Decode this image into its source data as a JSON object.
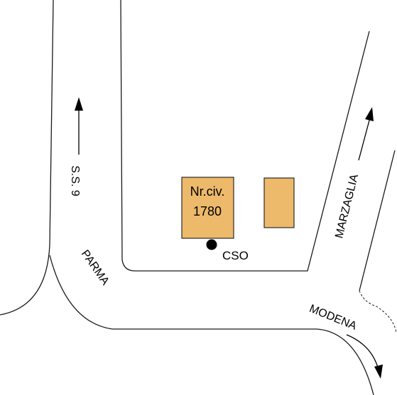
{
  "map": {
    "colors": {
      "background": "#ffffff",
      "road_edge": "#1a1a1a",
      "building_fill": "#EDB96A",
      "marker": "#000000"
    },
    "roads": {
      "ss9": "S.S. 9",
      "parma": "PARMA",
      "modena": "MODENA",
      "marzaglia": "MARZAGLIA"
    },
    "buildings": {
      "main_line1": "Nr.civ.",
      "main_line2": "1780"
    },
    "poi": {
      "label": "CSO",
      "marker_icon": "filled-circle-marker"
    },
    "arrows": [
      "arrow-up-icon",
      "arrow-up-right-icon",
      "arrow-down-right-icon"
    ]
  }
}
